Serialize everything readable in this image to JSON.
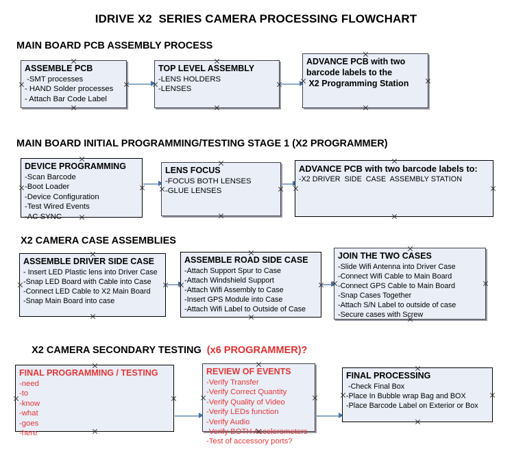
{
  "title": "IDRIVE X2  SERIES CAMERA PROCESSING FLOWCHART",
  "colors": {
    "box_fill": "#e9eef7",
    "box_border": "#000000",
    "connector_line": "#8ba7c4",
    "arrow_head": "#4472a8",
    "red_accent": "#e33636",
    "heading_text": "#000000"
  },
  "sections": [
    {
      "heading": "MAIN BOARD PCB ASSEMBLY PROCESS",
      "heading_accent": ""
    },
    {
      "heading": "MAIN BOARD INITIAL PROGRAMMING/TESTING STAGE 1 (X2 PROGRAMMER)",
      "heading_accent": ""
    },
    {
      "heading": "X2 CAMERA CASE ASSEMBLIES",
      "heading_accent": ""
    },
    {
      "heading": "X2 CAMERA SECONDARY TESTING  ",
      "heading_accent": "(x6 PROGRAMMER)?"
    }
  ],
  "boxes": {
    "assemble_pcb": {
      "title": "ASSEMBLE PCB",
      "lines": [
        " -SMT processes",
        "- HAND Solder processes",
        "- Attach Bar Code Label"
      ]
    },
    "top_level_assembly": {
      "title": "TOP LEVEL ASSEMBLY",
      "lines": [
        "-LENS HOLDERS",
        "-LENSES"
      ]
    },
    "advance_pcb_station": {
      "title": "ADVANCE PCB with two",
      "lines": [
        "barcode labels to the",
        " X2 Programming Station"
      ]
    },
    "device_programming": {
      "title": "DEVICE PROGRAMMING",
      "lines": [
        "-Scan Barcode",
        "-Boot Loader",
        "-Device Configuration",
        "-Test Wired Events",
        "-AC SYNC"
      ]
    },
    "lens_focus": {
      "title": "LENS FOCUS",
      "lines": [
        "-FOCUS BOTH LENSES",
        "-GLUE LENSES"
      ]
    },
    "advance_pcb_driver": {
      "title": "ADVANCE PCB with two barcode labels to:",
      "lines": [
        "-X2 DRIVER  SIDE  CASE  ASSEMBLY STATION"
      ]
    },
    "assemble_driver_side_case": {
      "title": "ASSEMBLE DRIVER SIDE CASE",
      "lines": [
        "- Insert LED Plastic lens into Driver Case",
        "-Snap LED Board with Cable into Case",
        "-Connect LED Cable to X2 Main Board",
        "-Snap Main Board into case"
      ]
    },
    "assemble_road_side_case": {
      "title": "ASSEMBLE ROAD SIDE CASE",
      "lines": [
        "-Attach Support Spur to Case",
        "-Attach Windshield Support",
        "-Attach Wifi Assembly to Case",
        "-Insert GPS Module into Case",
        "-Attach Wifi Label to Outside of Case"
      ]
    },
    "join_the_two_cases": {
      "title": "JOIN THE TWO CASES",
      "lines": [
        "-Slide Wifi Antenna into Driver Case",
        "-Connect Wifi Cable to Main Board",
        "-Connect GPS Cable to Main Board",
        "-Snap Cases Together",
        "-Attach S/N Label to outside of case",
        "-Secure cases with Screw"
      ]
    },
    "final_programming_testing": {
      "title": "FINAL PROGRAMMING / TESTING",
      "lines": [
        "-need",
        "-to",
        "-know",
        "-what",
        "-goes",
        "-here"
      ]
    },
    "review_of_events": {
      "title": "REVIEW OF EVENTS",
      "lines": [
        "-Verify Transfer",
        "-Verify Correct Quantity",
        "-Verify Quality of Video",
        "-Verify LEDs function",
        "-Verify Audio",
        "-Verify BOTH Accelerometers",
        "-Test of accessory ports?"
      ]
    },
    "final_processing": {
      "title": "FINAL PROCESSING",
      "lines": [
        " -Check Final Box",
        "-Place In Bubble wrap Bag and BOX",
        "-Place Barcode Label on Exterior or Box"
      ]
    }
  }
}
